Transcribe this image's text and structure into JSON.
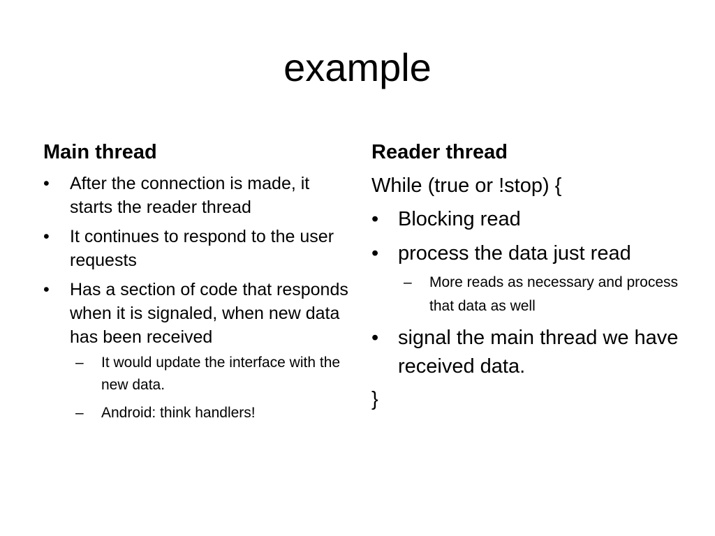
{
  "slide": {
    "title": "example"
  },
  "left": {
    "heading": "Main thread",
    "bullets": [
      {
        "text": "After the connection is made, it starts the reader thread"
      },
      {
        "text": "It continues to respond to the user requests"
      },
      {
        "text": "Has a section of code that responds when it is signaled, when new data has been received"
      }
    ],
    "sub_bullets": [
      {
        "text": "It would update the interface with the new data."
      },
      {
        "text": "Android: think handlers!"
      }
    ]
  },
  "right": {
    "heading": "Reader thread",
    "opening_line": "While (true or !stop) {",
    "bullets": [
      {
        "text": "Blocking read"
      },
      {
        "text": "process the data just read"
      },
      {
        "text": "signal the main thread we have received data."
      }
    ],
    "sub_bullets": [
      {
        "text": "More reads as necessary and process that data as well"
      }
    ],
    "closing_line": "}"
  },
  "markers": {
    "bullet": "•",
    "dash": "–"
  }
}
